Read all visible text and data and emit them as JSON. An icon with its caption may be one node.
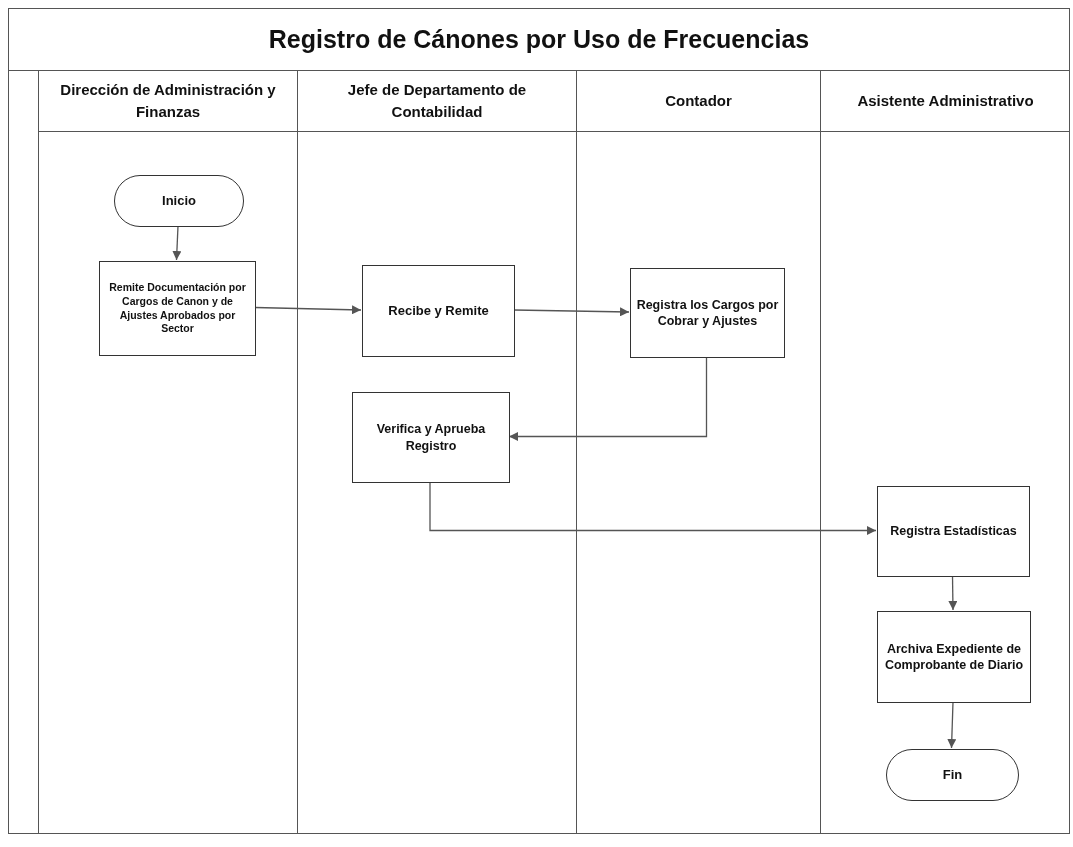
{
  "diagram": {
    "title": "Registro de Cánones por Uso de Frecuencias",
    "nodes": [
      {
        "text": [
          "Dirección de Administración y Finanzas"
        ]
      },
      {
        "text": [
          "Inicio"
        ],
        "in": 0
      },
      {
        "text": [
          "Remite Documentación por Cargos de Canon y de Ajustes Aprobados por Sector"
        ],
        "in": 0
      },
      {
        "text": [
          "Jefe de Departamento de Contabilidad"
        ]
      },
      {
        "text": [
          "Recibe y Remite"
        ],
        "in": 3
      },
      {
        "text": [
          "Verifica y Aprueba Registro"
        ],
        "in": 3
      },
      {
        "text": [
          "Contador"
        ]
      },
      {
        "text": [
          "Registra los Cargos por Cobrar y Ajustes"
        ],
        "in": 6
      },
      {
        "text": [
          "Asistente Administrativo"
        ]
      },
      {
        "text": [
          "Registra Estadísticas"
        ],
        "in": 8
      },
      {
        "text": [
          "Archiva Expediente de Comprobante de Diario"
        ],
        "in": 8
      },
      {
        "text": [
          "Fin"
        ],
        "in": 8
      }
    ],
    "edges": [
      {
        "from": 1,
        "to": 2,
        "arrow": "to"
      },
      {
        "from": 2,
        "to": 4,
        "arrow": "to"
      },
      {
        "from": 4,
        "to": 7,
        "arrow": "to"
      },
      {
        "from": 7,
        "to": 5,
        "arrow": "to"
      },
      {
        "from": 5,
        "to": 9,
        "arrow": "to"
      },
      {
        "from": 9,
        "to": 10,
        "arrow": "to"
      },
      {
        "from": 10,
        "to": 11,
        "arrow": "to"
      }
    ]
  }
}
